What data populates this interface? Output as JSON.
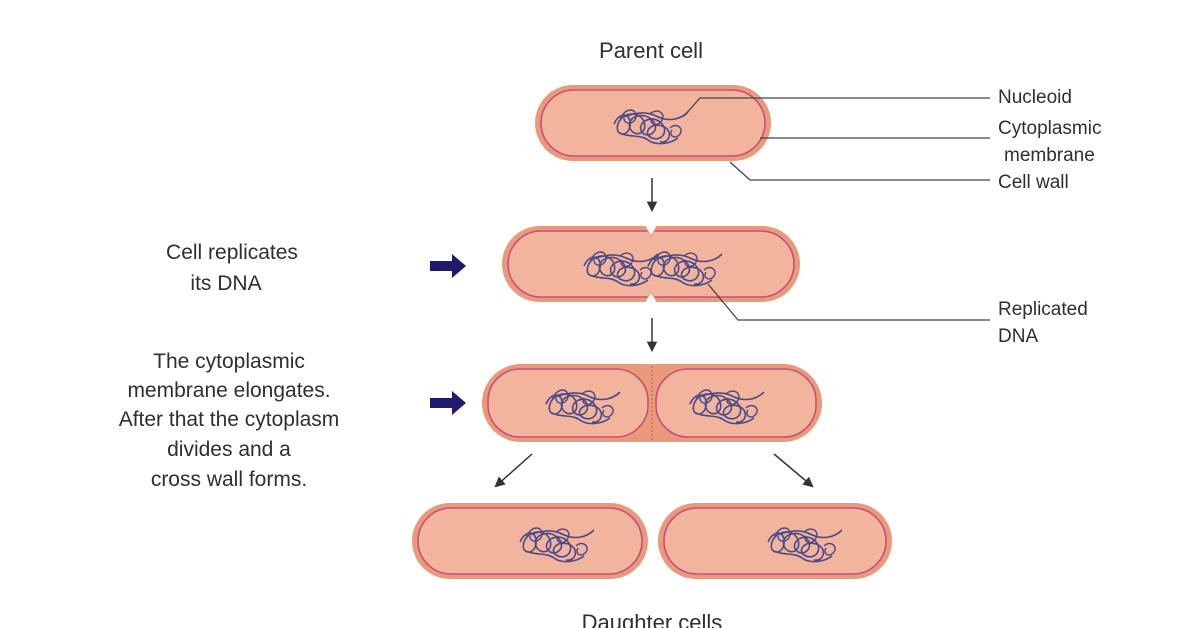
{
  "title": "Parent cell",
  "footer": "Daughter cells",
  "callouts": {
    "nucleoid": "Nucleoid",
    "cyto_line1": "Cytoplasmic",
    "cyto_line2": "membrane",
    "cell_wall": "Cell wall",
    "rep_line1": "Replicated",
    "rep_line2": "DNA"
  },
  "steps": [
    {
      "lines": [
        "Cell replicates",
        "its DNA"
      ]
    },
    {
      "lines": [
        "The cytoplasmic",
        "membrane elongates.",
        "After that the cytoplasm",
        "divides and a",
        "cross wall forms."
      ]
    }
  ],
  "colors": {
    "cell_fill": "#f2b49c",
    "cell_wall": "#e89a7a",
    "membrane": "#c94f7a",
    "dna": "#4a4a8a",
    "arrow_blue": "#1f1a6e",
    "line": "#444444"
  }
}
